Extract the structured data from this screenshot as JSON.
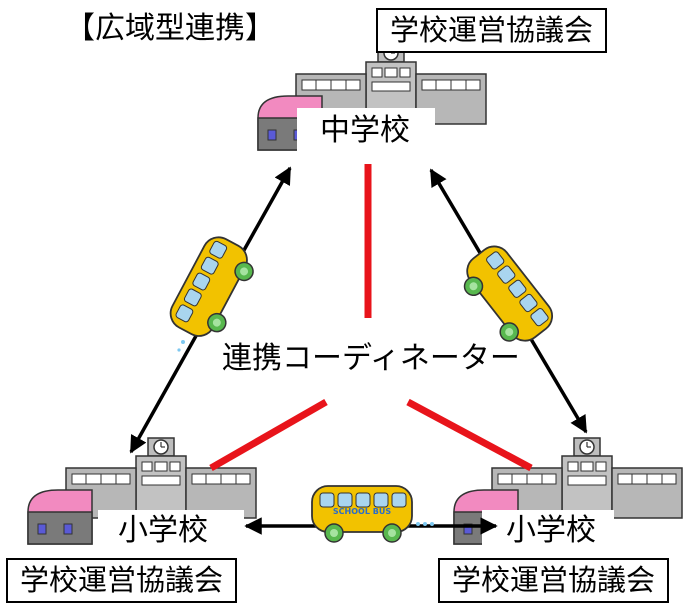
{
  "title": "【広域型連携】",
  "center_label": "連携コーディネーター",
  "nodes": {
    "top": {
      "name": "中学校",
      "council": "学校運営協議会"
    },
    "bottom_left": {
      "name": "小学校",
      "council": "学校運営協議会"
    },
    "bottom_right": {
      "name": "小学校",
      "council": "学校運営協議会"
    }
  },
  "bus": {
    "sign": "SCHOOL BUS"
  },
  "colors": {
    "link_line": "#e8141b",
    "arrow": "#000000",
    "building": "#b9b9b9",
    "building_roof_accent": "#f28ac0",
    "bus_body": "#f2c200",
    "bus_window": "#a9d5ef",
    "bus_wheel": "#58b84e"
  }
}
